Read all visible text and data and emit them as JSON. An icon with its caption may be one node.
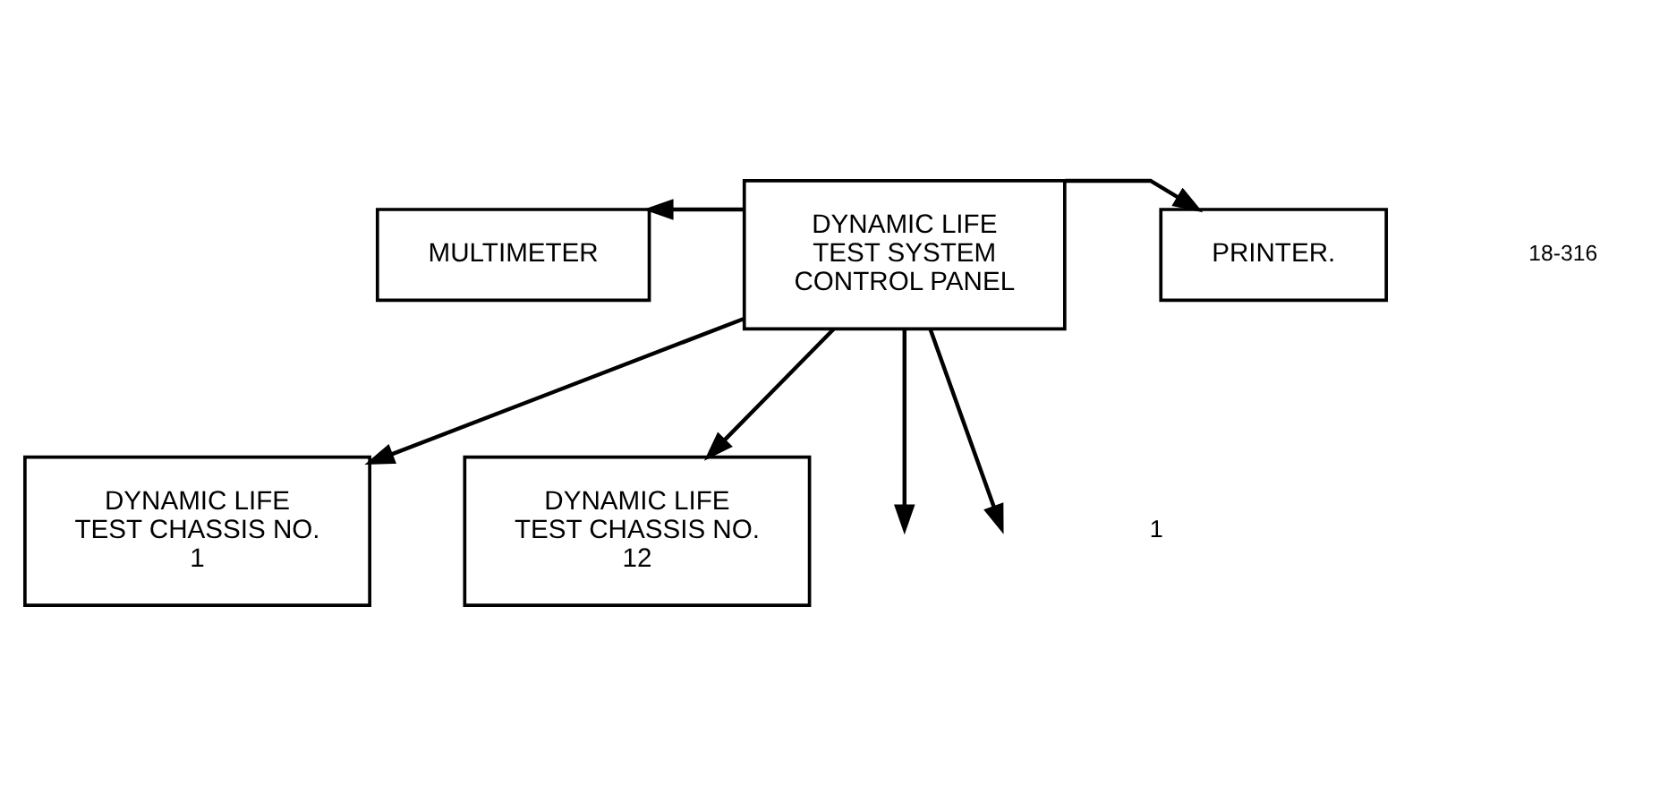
{
  "diagram": {
    "nodes": [
      {
        "text": [
          "MULTIMETER"
        ]
      },
      {
        "text": [
          "DYNAMIC LIFE TEST SYSTEM CONTROL PANEL"
        ]
      },
      {
        "text": [
          "PRINTER."
        ]
      },
      {
        "text": [
          "DYNAMIC LIFE TEST CHASSIS NO. 1"
        ]
      },
      {
        "text": [
          "DYNAMIC LIFE TEST CHASSIS NO. 12"
        ]
      }
    ],
    "edges": [
      {
        "from": 1,
        "to": 0,
        "arrow": "to"
      },
      {
        "from": 1,
        "to": 2,
        "arrow": "to"
      },
      {
        "from": 1,
        "to": 3,
        "arrow": "to"
      },
      {
        "from": 1,
        "to": null,
        "arrow": "to"
      },
      {
        "from": 1,
        "to": null,
        "arrow": "to"
      },
      {
        "from": 1,
        "to": 4,
        "arrow": "to"
      }
    ],
    "labels": [
      "18-316",
      "1"
    ]
  }
}
